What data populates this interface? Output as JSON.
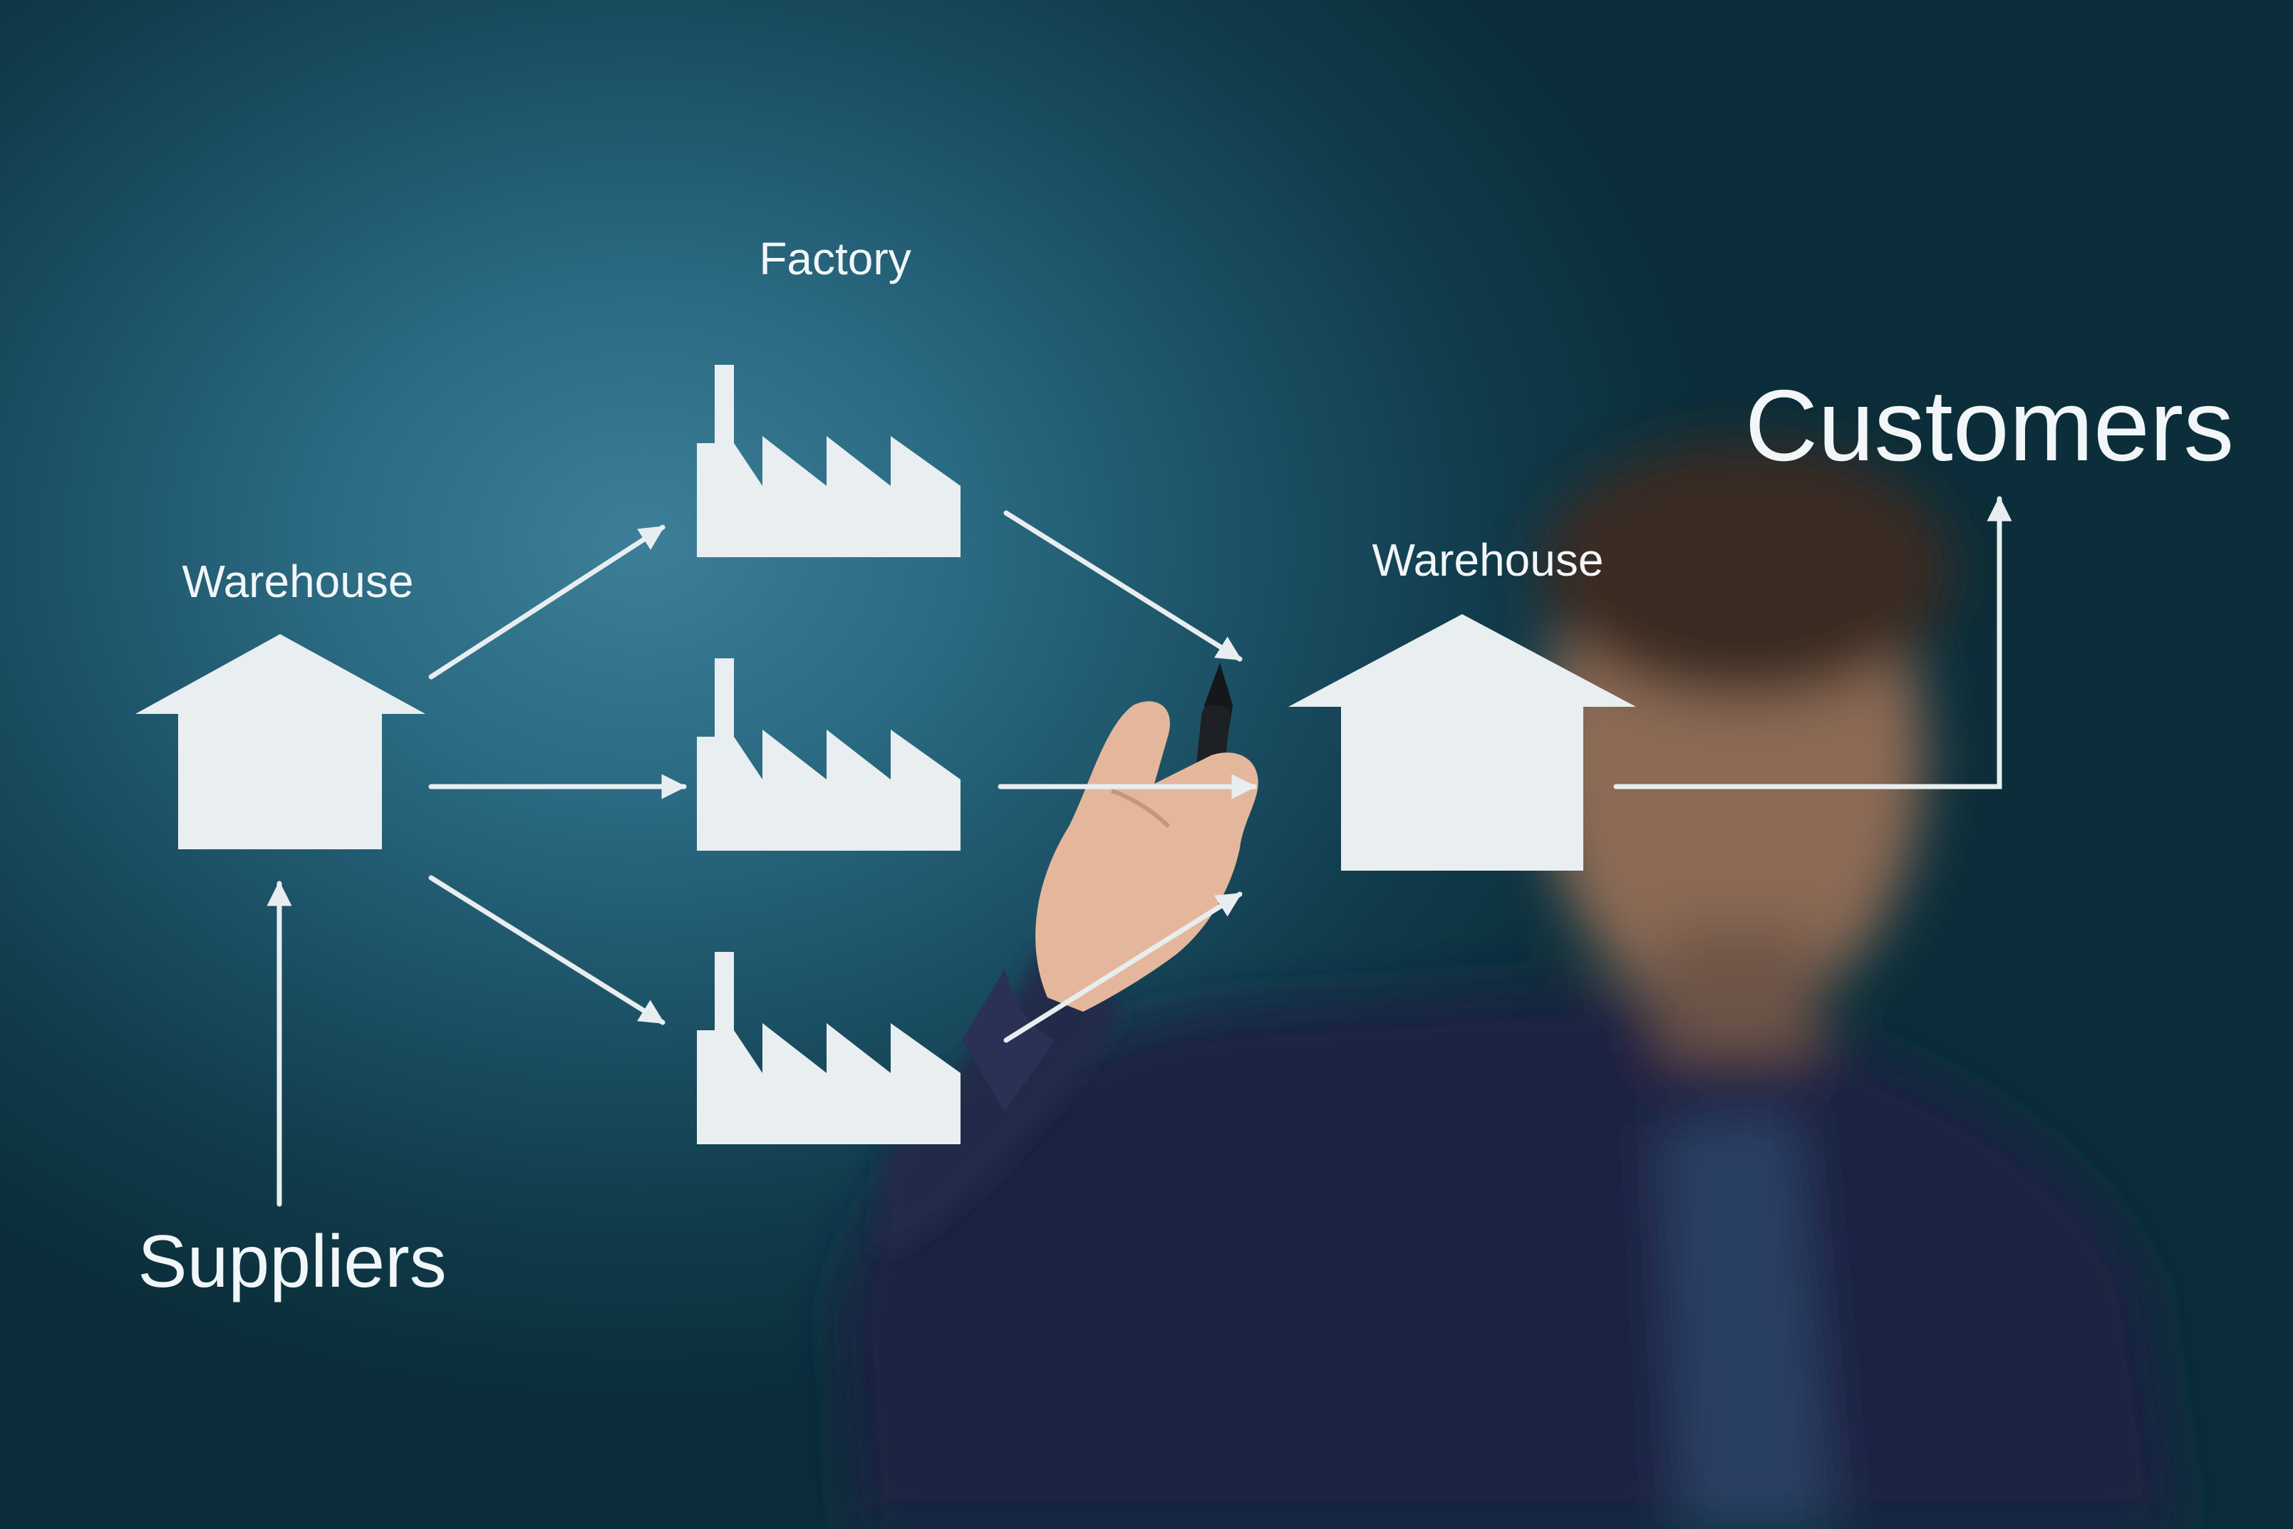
{
  "diagram": {
    "labels": {
      "factory": "Factory",
      "warehouse_left": "Warehouse",
      "warehouse_right": "Warehouse",
      "customers": "Customers",
      "suppliers": "Suppliers"
    },
    "nodes": [
      {
        "id": "suppliers",
        "type": "text",
        "label_key": "suppliers"
      },
      {
        "id": "warehouse-left",
        "type": "warehouse-icon",
        "label_key": "warehouse_left"
      },
      {
        "id": "factory-top",
        "type": "factory-icon"
      },
      {
        "id": "factory-middle",
        "type": "factory-icon"
      },
      {
        "id": "factory-bottom",
        "type": "factory-icon"
      },
      {
        "id": "warehouse-right",
        "type": "warehouse-icon",
        "label_key": "warehouse_right"
      },
      {
        "id": "customers",
        "type": "text",
        "label_key": "customers"
      }
    ],
    "edges": [
      {
        "from": "suppliers",
        "to": "warehouse-left"
      },
      {
        "from": "warehouse-left",
        "to": "factory-top"
      },
      {
        "from": "warehouse-left",
        "to": "factory-middle"
      },
      {
        "from": "warehouse-left",
        "to": "factory-bottom"
      },
      {
        "from": "factory-top",
        "to": "warehouse-right"
      },
      {
        "from": "factory-middle",
        "to": "warehouse-right"
      },
      {
        "from": "factory-bottom",
        "to": "warehouse-right"
      },
      {
        "from": "warehouse-right",
        "to": "customers"
      }
    ],
    "colors": {
      "background": "#1f5a70",
      "drawing": "#e8eef0"
    }
  }
}
